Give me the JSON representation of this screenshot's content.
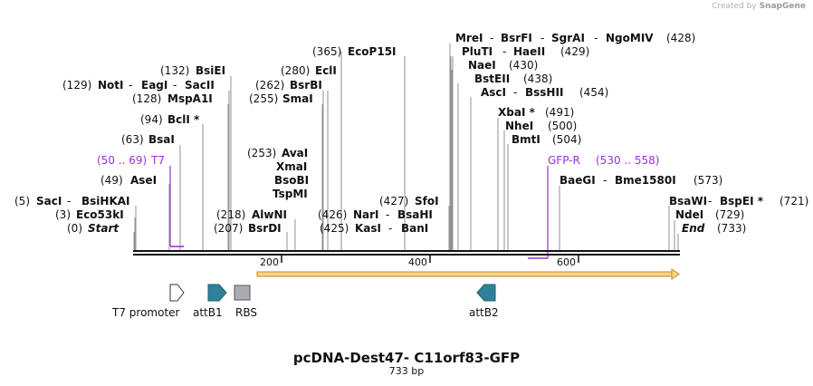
{
  "credit": {
    "prefix": "Created by",
    "brand": "SnapGene"
  },
  "title": "pcDNA-Dest47- C11orf83-GFP",
  "length_label": "733 bp",
  "ticks": [
    "200",
    "400",
    "600"
  ],
  "features": {
    "t7_promoter": "T7 promoter",
    "attb1": "attB1",
    "rbs": "RBS",
    "attb2": "attB2"
  },
  "primers": {
    "t7": {
      "range": "(50 .. 69)",
      "name": "T7"
    },
    "gfp_r": {
      "name": "GFP-R",
      "range": "(530 .. 558)"
    }
  },
  "sites": {
    "start": {
      "pos": "(0)",
      "name": "Start"
    },
    "eco53ki": {
      "pos": "(3)",
      "name": "Eco53kI"
    },
    "saci": {
      "pos": "(5)",
      "name": "SacI",
      "name2": "BsiHKAI"
    },
    "asei": {
      "pos": "(49)",
      "name": "AseI"
    },
    "bsai": {
      "pos": "(63)",
      "name": "BsaI"
    },
    "bcli": {
      "pos": "(94)",
      "name": "BclI *"
    },
    "mspa1i": {
      "pos": "(128)",
      "name": "MspA1I"
    },
    "noti": {
      "pos": "(129)",
      "name": "NotI",
      "name2": "EagI",
      "name3": "SacII"
    },
    "bsiei": {
      "pos": "(132)",
      "name": "BsiEI"
    },
    "bsrdi": {
      "pos": "(207)",
      "name": "BsrDI"
    },
    "alwni": {
      "pos": "(218)",
      "name": "AlwNI"
    },
    "avai": {
      "pos": "(253)",
      "name": "AvaI"
    },
    "xmai": {
      "name": "XmaI"
    },
    "bsobi": {
      "name": "BsoBI"
    },
    "tspmi": {
      "name": "TspMI"
    },
    "smai": {
      "pos": "(255)",
      "name": "SmaI"
    },
    "bsrbi": {
      "pos": "(262)",
      "name": "BsrBI"
    },
    "ecli": {
      "pos": "(280)",
      "name": "EclI"
    },
    "ecop15i": {
      "pos": "(365)",
      "name": "EcoP15I"
    },
    "kasi": {
      "pos": "(425)",
      "name": "KasI",
      "name2": "BanI"
    },
    "nari": {
      "pos": "(426)",
      "name": "NarI",
      "name2": "BsaHI"
    },
    "sfoi": {
      "pos": "(427)",
      "name": "SfoI"
    },
    "mrei": {
      "name": "MreI",
      "name2": "BsrFI",
      "name3": "SgrAI",
      "name4": "NgoMIV",
      "pos": "(428)"
    },
    "pluti": {
      "name": "PluTI",
      "name2": "HaeII",
      "pos": "(429)"
    },
    "naei": {
      "name": "NaeI",
      "pos": "(430)"
    },
    "bsteii": {
      "name": "BstEII",
      "pos": "(438)"
    },
    "asci": {
      "name": "AscI",
      "name2": "BssHII",
      "pos": "(454)"
    },
    "xbai": {
      "name": "XbaI *",
      "pos": "(491)"
    },
    "nhei": {
      "name": "NheI",
      "pos": "(500)"
    },
    "bmti": {
      "name": "BmtI",
      "pos": "(504)"
    },
    "baegi": {
      "name": "BaeGI",
      "name2": "Bme1580I",
      "pos": "(573)"
    },
    "bsawi": {
      "name": "BsaWI",
      "name2": "BspEI *",
      "pos": "(721)"
    },
    "ndei": {
      "name": "NdeI",
      "pos": "(729)"
    },
    "end": {
      "name": "End",
      "pos": "(733)"
    }
  },
  "colors": {
    "primer": "#9b30d9",
    "orf_fill": "#f6d58a",
    "orf_stroke": "#c98a1c",
    "attb": "#2f8199",
    "rbs": "#a9adb2"
  }
}
